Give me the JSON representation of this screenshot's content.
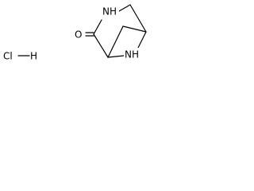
{
  "molecule": {
    "atoms": {
      "o1": "O",
      "nh_top": "NH",
      "nh_bottom": "NH",
      "cl": "Cl",
      "h": "H"
    }
  }
}
